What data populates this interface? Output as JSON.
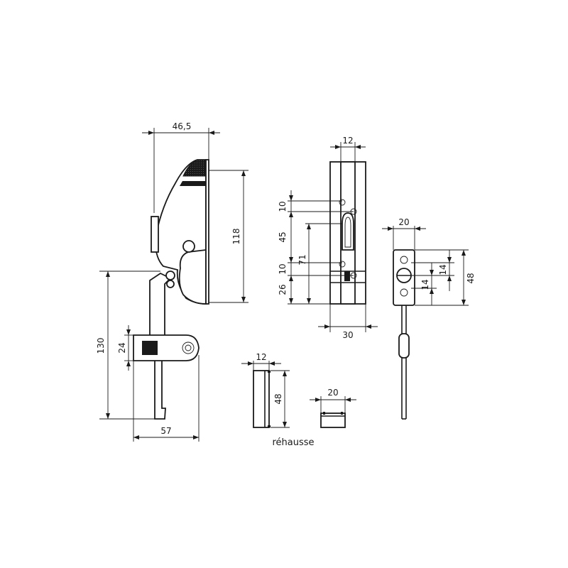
{
  "dimensions": {
    "handle_width": "46,5",
    "handle_height": "118",
    "rod_height": "130",
    "guide_height": "24",
    "handle_base_width": "57",
    "case_width_top": "12",
    "hole_spacing_1": "10",
    "cylinder_height": "45",
    "cylinder_center": "71",
    "hole_spacing_2": "10",
    "bottom_offset": "26",
    "case_width_bottom": "30",
    "keeper_width": "20",
    "keeper_spacing_1": "14",
    "keeper_spacing_2": "14",
    "keeper_height": "48",
    "riser_width": "12",
    "riser_height": "48",
    "riser_block_width": "20"
  },
  "caption": "réhausse"
}
